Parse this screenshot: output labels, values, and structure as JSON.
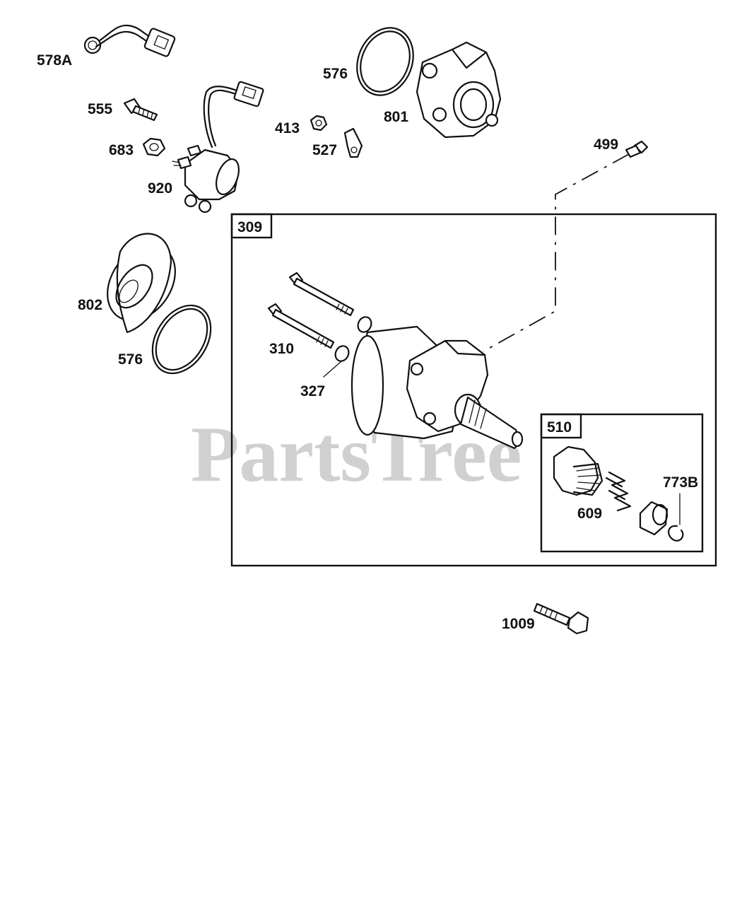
{
  "watermark": "PartsTree",
  "callouts": {
    "p578a": "578A",
    "p576_top": "576",
    "p555": "555",
    "p413": "413",
    "p801": "801",
    "p683": "683",
    "p527": "527",
    "p920": "920",
    "p499": "499",
    "p309": "309",
    "p802": "802",
    "p310": "310",
    "p576_left": "576",
    "p327": "327",
    "p510": "510",
    "p773b": "773B",
    "p609": "609",
    "p1009": "1009"
  }
}
